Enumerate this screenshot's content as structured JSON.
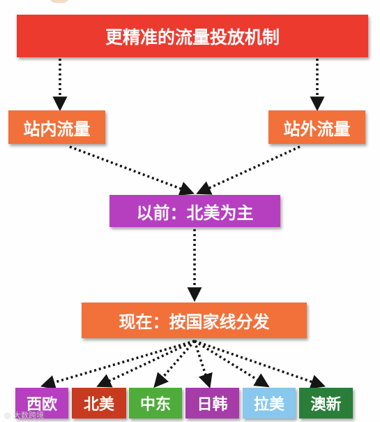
{
  "diagram": {
    "title": "更精准的流量投放机制",
    "traffic_in": "站内流量",
    "traffic_out": "站外流量",
    "before": "以前：北美为主",
    "now": "现在：按国家线分发",
    "regions": [
      "西欧",
      "北美",
      "中东",
      "日韩",
      "拉美",
      "澳新"
    ]
  },
  "colors": {
    "title_box": "#ec3a2f",
    "traffic_box": "#f2703a",
    "before_box": "#b63fc0",
    "now_box": "#f2703a",
    "regions": [
      "#b63fc0",
      "#c83a1f",
      "#4fac3b",
      "#a53ca8",
      "#88c7ee",
      "#2a7e3a"
    ],
    "connector": "#151515"
  },
  "watermark": "大数跨境"
}
